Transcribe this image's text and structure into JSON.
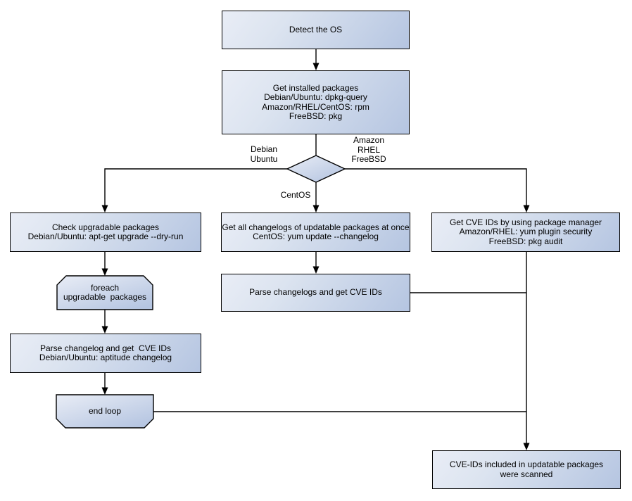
{
  "flowchart": {
    "nodes": {
      "detect_os": "Detect the OS",
      "get_installed_packages": "Get installed packages\nDebian/Ubuntu: dpkg-query\nAmazon/RHEL/CentOS: rpm\nFreeBSD: pkg",
      "check_upgradable": "Check upgradable packages\nDebian/Ubuntu: apt-get upgrade --dry-run",
      "get_changelogs_once": "Get all changelogs of updatable packages at once\nCentOS: yum update --changelog",
      "get_cve_ids_pkg_manager": "Get CVE IDs by using package manager\nAmazon/RHEL: yum plugin security\nFreeBSD: pkg audit",
      "foreach_loop_start": "foreach\nupgradable  packages",
      "parse_changelog_debian": "Parse changelog and get  CVE IDs\nDebian/Ubuntu: aptitude changelog",
      "parse_changelogs_centos": "Parse changelogs and get CVE IDs",
      "end_loop": "end loop",
      "scan_result": "CVE-IDs included in updatable packages\nwere scanned"
    },
    "edge_labels": {
      "debian_ubuntu": "Debian\nUbuntu",
      "amazon_rhel_freebsd": "Amazon\nRHEL\nFreeBSD",
      "centos": "CentOS"
    },
    "colors": {
      "node_fill_light": "#e9edf6",
      "node_fill_dark": "#b5c5e1",
      "stroke": "#000000",
      "background": "#ffffff"
    }
  }
}
